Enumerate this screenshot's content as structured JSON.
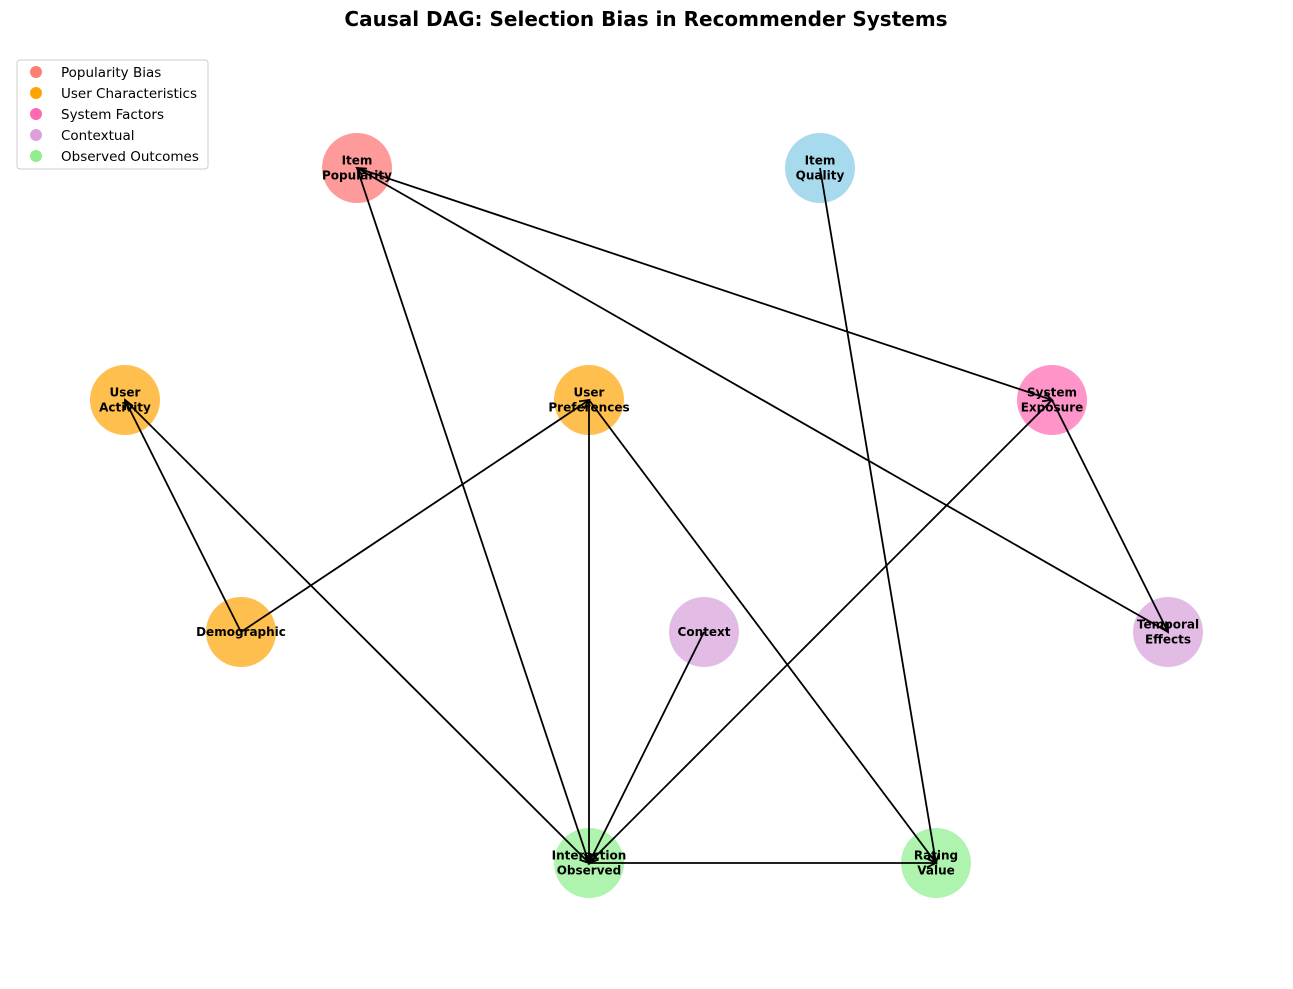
{
  "title": "Causal DAG: Selection Bias in Recommender Systems",
  "legend": [
    {
      "label": "Popularity Bias",
      "color": "#fa8072"
    },
    {
      "label": "User Characteristics",
      "color": "#ffa500"
    },
    {
      "label": "System Factors",
      "color": "#ff69b4"
    },
    {
      "label": "Contextual",
      "color": "#dda0dd"
    },
    {
      "label": "Observed Outcomes",
      "color": "#90ee90"
    }
  ],
  "nodes": [
    {
      "id": "item_popularity",
      "lines": [
        "Item",
        "Popularity"
      ],
      "color": "#ff9a9a"
    },
    {
      "id": "item_quality",
      "lines": [
        "Item",
        "Quality"
      ],
      "color": "#a8daee"
    },
    {
      "id": "user_activity",
      "lines": [
        "User",
        "Activity"
      ],
      "color": "#ffbf4f"
    },
    {
      "id": "user_preferences",
      "lines": [
        "User",
        "Preferences"
      ],
      "color": "#ffbf4f"
    },
    {
      "id": "system_exposure",
      "lines": [
        "System",
        "Exposure"
      ],
      "color": "#ff94c8"
    },
    {
      "id": "demographic",
      "lines": [
        "Demographic"
      ],
      "color": "#ffbf4f"
    },
    {
      "id": "context",
      "lines": [
        "Context"
      ],
      "color": "#e3bce6"
    },
    {
      "id": "temporal_effects",
      "lines": [
        "Temporal",
        "Effects"
      ],
      "color": "#e3bce6"
    },
    {
      "id": "interaction_observed",
      "lines": [
        "Interaction",
        "Observed"
      ],
      "color": "#aef4ae"
    },
    {
      "id": "rating_value",
      "lines": [
        "Rating",
        "Value"
      ],
      "color": "#aef4ae"
    }
  ],
  "edges": [
    {
      "from": "item_popularity",
      "to": "system_exposure"
    },
    {
      "from": "temporal_effects",
      "to": "item_popularity"
    },
    {
      "from": "item_popularity",
      "to": "interaction_observed"
    },
    {
      "from": "item_quality",
      "to": "rating_value"
    },
    {
      "from": "demographic",
      "to": "user_activity"
    },
    {
      "from": "demographic",
      "to": "user_preferences"
    },
    {
      "from": "user_activity",
      "to": "interaction_observed"
    },
    {
      "from": "user_preferences",
      "to": "interaction_observed"
    },
    {
      "from": "user_preferences",
      "to": "rating_value"
    },
    {
      "from": "system_exposure",
      "to": "interaction_observed"
    },
    {
      "from": "system_exposure",
      "to": "temporal_effects"
    },
    {
      "from": "context",
      "to": "interaction_observed"
    },
    {
      "from": "interaction_observed",
      "to": "rating_value"
    }
  ]
}
